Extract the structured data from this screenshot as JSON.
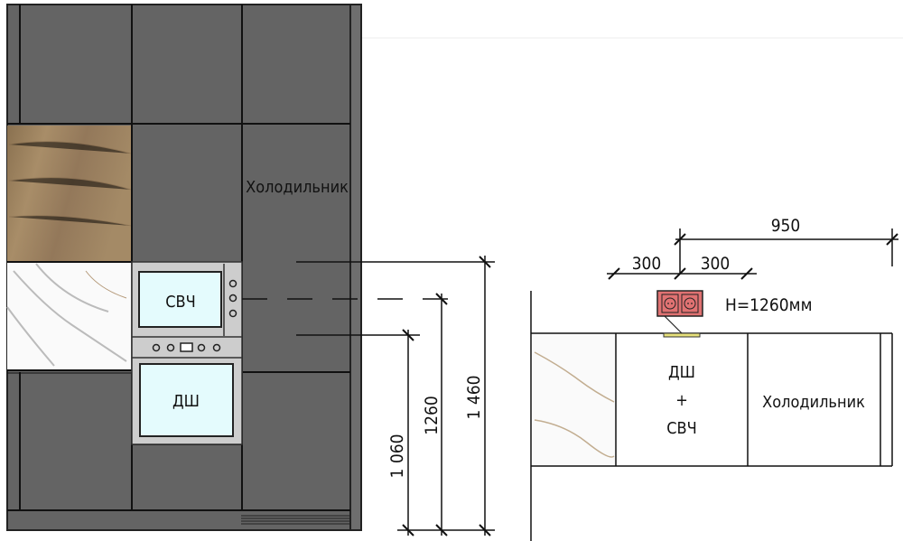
{
  "elevation": {
    "fridge_label": "Холодильник",
    "microwave_label": "СВЧ",
    "oven_label": "ДШ",
    "dimensions": [
      "1 060",
      "1260",
      "1 460"
    ]
  },
  "plan": {
    "column_label_top": "ДШ",
    "column_label_plus": "+",
    "column_label_bottom": "СВЧ",
    "fridge_label": "Холодильник",
    "socket_height": "H=1260мм",
    "dim_left": "300",
    "dim_right": "300",
    "dim_total": "950"
  },
  "colors": {
    "cabinet": "#646464",
    "screen": "#e4fbfd",
    "socket": "#e07272",
    "socket_plate": "#e6e07a"
  }
}
